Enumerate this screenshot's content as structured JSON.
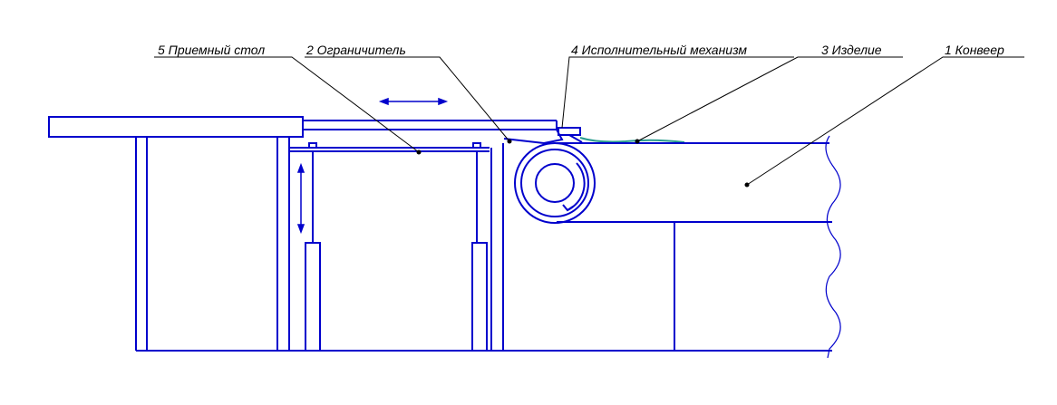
{
  "labels": {
    "receiving_table": "5 Приемный стол",
    "limiter": "2 Ограничитель",
    "actuator": "4 Исполнительный механизм",
    "product": "3 Изделие",
    "conveyor": "1 Конвеер"
  },
  "colors": {
    "line": "#0000cc",
    "leader": "#000000",
    "product": "#2a9d8f",
    "background": "#ffffff"
  }
}
